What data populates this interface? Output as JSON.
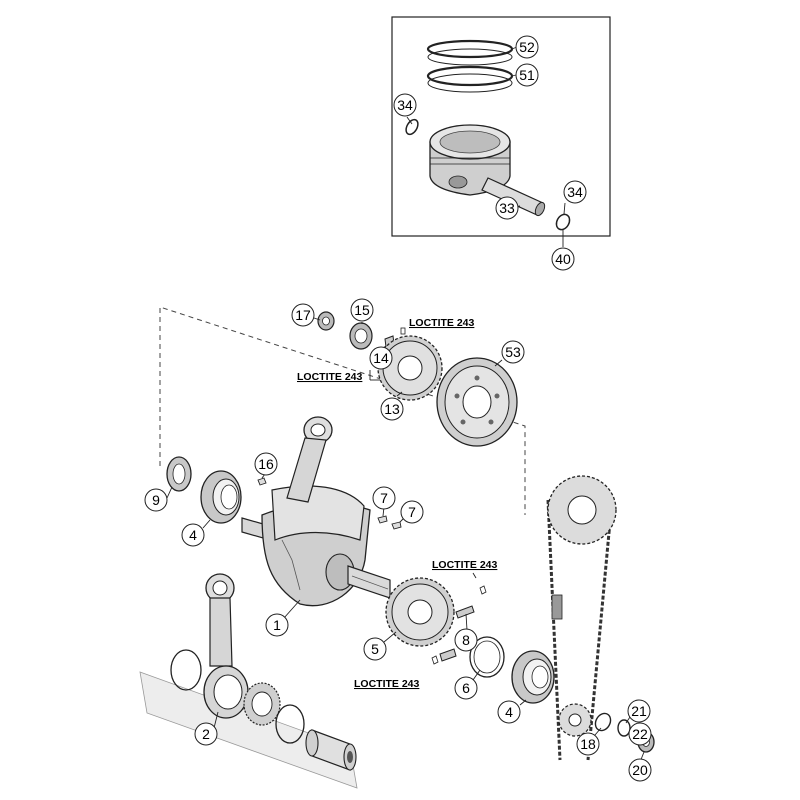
{
  "callouts": {
    "p52": "52",
    "p51": "51",
    "p34a": "34",
    "p34b": "34",
    "p33": "33",
    "p40": "40",
    "p17": "17",
    "p15": "15",
    "p14": "14",
    "p13": "13",
    "p53": "53",
    "p16": "16",
    "p9": "9",
    "p4a": "4",
    "p7a": "7",
    "p7b": "7",
    "p1": "1",
    "p5": "5",
    "p8": "8",
    "p6": "6",
    "p4b": "4",
    "p2": "2",
    "p18": "18",
    "p21": "21",
    "p22": "22",
    "p20": "20"
  },
  "notes": {
    "loctite_top": "LOCTITE 243",
    "loctite_left": "LOCTITE 243",
    "loctite_right": "LOCTITE 243",
    "loctite_bottom": "LOCTITE 243"
  }
}
